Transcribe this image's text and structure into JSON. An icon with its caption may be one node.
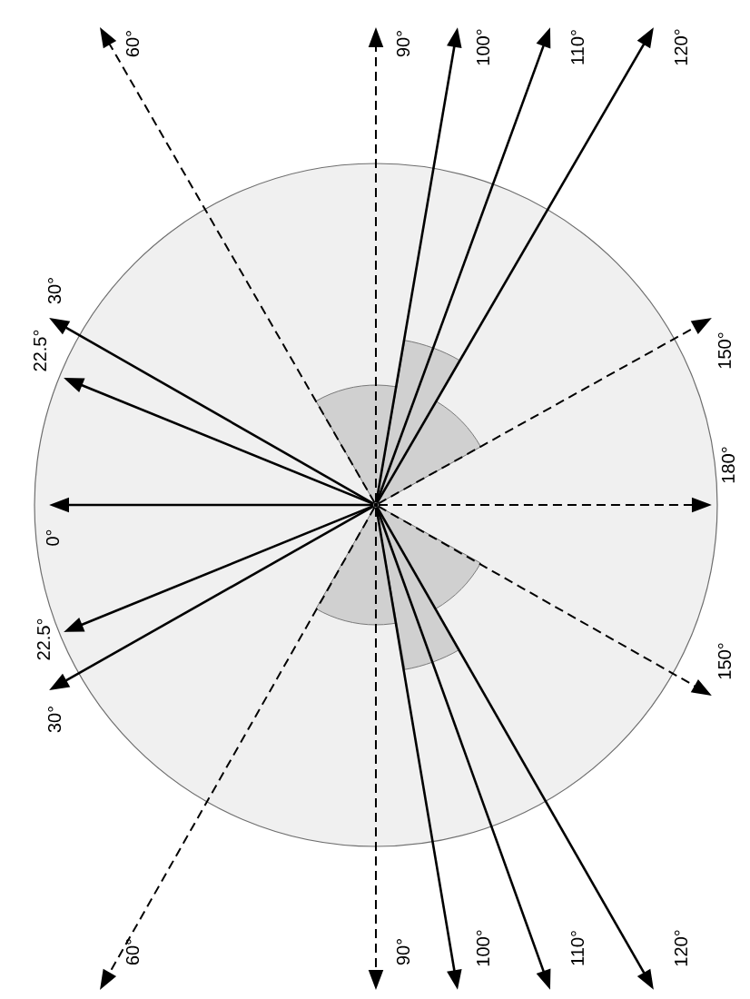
{
  "diagram": {
    "nodes": [
      {
        "text": [],
        "shape": "dot"
      },
      {
        "text": [
          "60°"
        ]
      },
      {
        "text": [
          "90°"
        ]
      },
      {
        "text": [
          "100°"
        ]
      },
      {
        "text": [
          "110°"
        ]
      },
      {
        "text": [
          "120°"
        ]
      },
      {
        "text": [
          "30°"
        ]
      },
      {
        "text": [
          "22.5°"
        ]
      },
      {
        "text": [
          "0°"
        ]
      },
      {
        "text": [
          "22.5°"
        ]
      },
      {
        "text": [
          "30°"
        ]
      },
      {
        "text": [
          "150°"
        ]
      },
      {
        "text": [
          "180°"
        ]
      },
      {
        "text": [
          "150°"
        ]
      },
      {
        "text": [
          "60°"
        ]
      },
      {
        "text": [
          "90°"
        ]
      },
      {
        "text": [
          "100°"
        ]
      },
      {
        "text": [
          "110°"
        ]
      },
      {
        "text": [
          "120°"
        ]
      }
    ],
    "edges": [
      {
        "from": 0,
        "to": 1,
        "arrow": "to",
        "style": "dashed"
      },
      {
        "from": 0,
        "to": 2,
        "arrow": "to",
        "style": "dashed"
      },
      {
        "from": 0,
        "to": 3,
        "arrow": "to"
      },
      {
        "from": 0,
        "to": 4,
        "arrow": "to"
      },
      {
        "from": 0,
        "to": 5,
        "arrow": "to"
      },
      {
        "from": 0,
        "to": 6,
        "arrow": "to"
      },
      {
        "from": 0,
        "to": 7,
        "arrow": "to"
      },
      {
        "from": 0,
        "to": 8,
        "arrow": "to"
      },
      {
        "from": 0,
        "to": 9,
        "arrow": "to"
      },
      {
        "from": 0,
        "to": 10,
        "arrow": "to"
      },
      {
        "from": 0,
        "to": 11,
        "arrow": "to",
        "style": "dashed"
      },
      {
        "from": 0,
        "to": 12,
        "arrow": "to",
        "style": "dashed"
      },
      {
        "from": 0,
        "to": 13,
        "arrow": "to",
        "style": "dashed"
      },
      {
        "from": 0,
        "to": 14,
        "arrow": "to",
        "style": "dashed"
      },
      {
        "from": 0,
        "to": 15,
        "arrow": "to",
        "style": "dashed"
      },
      {
        "from": 0,
        "to": 16,
        "arrow": "to"
      },
      {
        "from": 0,
        "to": 17,
        "arrow": "to"
      },
      {
        "from": 0,
        "to": 18,
        "arrow": "to"
      }
    ]
  }
}
